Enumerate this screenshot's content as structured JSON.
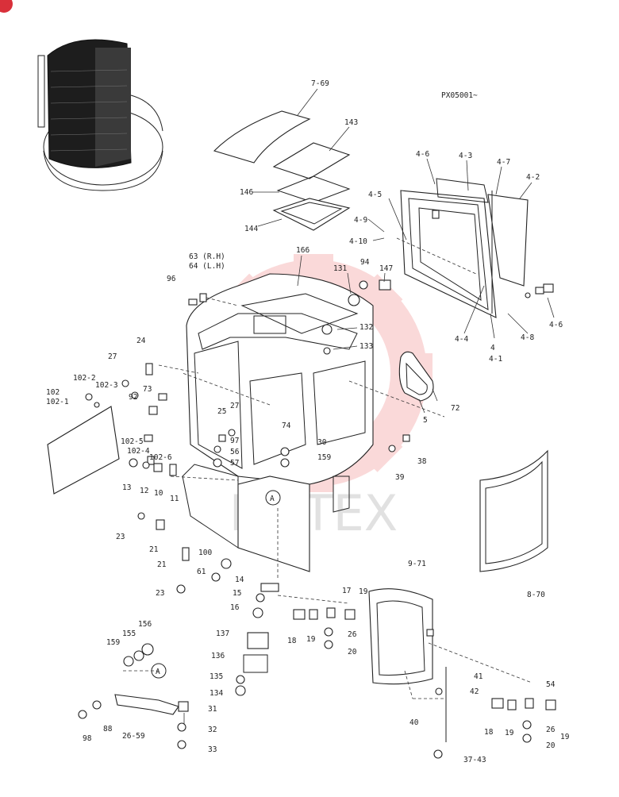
{
  "header": {
    "serial": "PX05001~"
  },
  "watermark": {
    "text": "ИНТЕХ",
    "color": "#f3b3b3"
  },
  "accent": {
    "badge": "#d9303a"
  },
  "callouts": [
    {
      "id": "c-7-69",
      "text": "7-69"
    },
    {
      "id": "c-143",
      "text": "143"
    },
    {
      "id": "c-146",
      "text": "146"
    },
    {
      "id": "c-144",
      "text": "144"
    },
    {
      "id": "c-4-6a",
      "text": "4-6"
    },
    {
      "id": "c-4-3",
      "text": "4-3"
    },
    {
      "id": "c-4-7",
      "text": "4-7"
    },
    {
      "id": "c-4-2",
      "text": "4-2"
    },
    {
      "id": "c-4-5",
      "text": "4-5"
    },
    {
      "id": "c-4-9",
      "text": "4-9"
    },
    {
      "id": "c-4-10",
      "text": "4-10"
    },
    {
      "id": "c-4-6b",
      "text": "4-6"
    },
    {
      "id": "c-4-4",
      "text": "4-4"
    },
    {
      "id": "c-4",
      "text": "4"
    },
    {
      "id": "c-4-1",
      "text": "4-1"
    },
    {
      "id": "c-4-8",
      "text": "4-8"
    },
    {
      "id": "c-63",
      "text": "63 (R.H)"
    },
    {
      "id": "c-64",
      "text": "64 (L.H)"
    },
    {
      "id": "c-96",
      "text": "96"
    },
    {
      "id": "c-166",
      "text": "166"
    },
    {
      "id": "c-131",
      "text": "131"
    },
    {
      "id": "c-94",
      "text": "94"
    },
    {
      "id": "c-147",
      "text": "147"
    },
    {
      "id": "c-132",
      "text": "132"
    },
    {
      "id": "c-133",
      "text": "133"
    },
    {
      "id": "c-24",
      "text": "24"
    },
    {
      "id": "c-27a",
      "text": "27"
    },
    {
      "id": "c-102-2",
      "text": "102-2"
    },
    {
      "id": "c-102-3",
      "text": "102-3"
    },
    {
      "id": "c-73",
      "text": "73"
    },
    {
      "id": "c-102",
      "text": "102"
    },
    {
      "id": "c-102-1",
      "text": "102-1"
    },
    {
      "id": "c-92",
      "text": "92"
    },
    {
      "id": "c-25",
      "text": "25"
    },
    {
      "id": "c-27b",
      "text": "27"
    },
    {
      "id": "c-74",
      "text": "74"
    },
    {
      "id": "c-72",
      "text": "72"
    },
    {
      "id": "c-5",
      "text": "5"
    },
    {
      "id": "c-102-5",
      "text": "102-5"
    },
    {
      "id": "c-102-4",
      "text": "102-4"
    },
    {
      "id": "c-102-6",
      "text": "102-6"
    },
    {
      "id": "c-97",
      "text": "97"
    },
    {
      "id": "c-56",
      "text": "56"
    },
    {
      "id": "c-57",
      "text": "57"
    },
    {
      "id": "c-30",
      "text": "30"
    },
    {
      "id": "c-159a",
      "text": "159"
    },
    {
      "id": "c-38",
      "text": "38"
    },
    {
      "id": "c-39",
      "text": "39"
    },
    {
      "id": "c-13",
      "text": "13"
    },
    {
      "id": "c-12",
      "text": "12"
    },
    {
      "id": "c-10",
      "text": "10"
    },
    {
      "id": "c-11",
      "text": "11"
    },
    {
      "id": "c-A1",
      "text": "A"
    },
    {
      "id": "c-23a",
      "text": "23"
    },
    {
      "id": "c-21a",
      "text": "21"
    },
    {
      "id": "c-21b",
      "text": "21"
    },
    {
      "id": "c-100",
      "text": "100"
    },
    {
      "id": "c-61",
      "text": "61"
    },
    {
      "id": "c-23b",
      "text": "23"
    },
    {
      "id": "c-14",
      "text": "14"
    },
    {
      "id": "c-15",
      "text": "15"
    },
    {
      "id": "c-16",
      "text": "16"
    },
    {
      "id": "c-17",
      "text": "17"
    },
    {
      "id": "c-19a",
      "text": "19"
    },
    {
      "id": "c-18a",
      "text": "18"
    },
    {
      "id": "c-19b",
      "text": "19"
    },
    {
      "id": "c-26a",
      "text": "26"
    },
    {
      "id": "c-20a",
      "text": "20"
    },
    {
      "id": "c-9-71",
      "text": "9-71"
    },
    {
      "id": "c-8-70",
      "text": "8-70"
    },
    {
      "id": "c-137",
      "text": "137"
    },
    {
      "id": "c-136",
      "text": "136"
    },
    {
      "id": "c-135",
      "text": "135"
    },
    {
      "id": "c-134",
      "text": "134"
    },
    {
      "id": "c-159b",
      "text": "159"
    },
    {
      "id": "c-155",
      "text": "155"
    },
    {
      "id": "c-156",
      "text": "156"
    },
    {
      "id": "c-A2",
      "text": "A"
    },
    {
      "id": "c-41",
      "text": "41"
    },
    {
      "id": "c-42",
      "text": "42"
    },
    {
      "id": "c-54",
      "text": "54"
    },
    {
      "id": "c-40",
      "text": "40"
    },
    {
      "id": "c-18b",
      "text": "18"
    },
    {
      "id": "c-19c",
      "text": "19"
    },
    {
      "id": "c-26b",
      "text": "26"
    },
    {
      "id": "c-19d",
      "text": "19"
    },
    {
      "id": "c-20b",
      "text": "20"
    },
    {
      "id": "c-31",
      "text": "31"
    },
    {
      "id": "c-32",
      "text": "32"
    },
    {
      "id": "c-33",
      "text": "33"
    },
    {
      "id": "c-88",
      "text": "88"
    },
    {
      "id": "c-98",
      "text": "98"
    },
    {
      "id": "c-26-59",
      "text": "26-59"
    },
    {
      "id": "c-37-43",
      "text": "37-43"
    }
  ]
}
